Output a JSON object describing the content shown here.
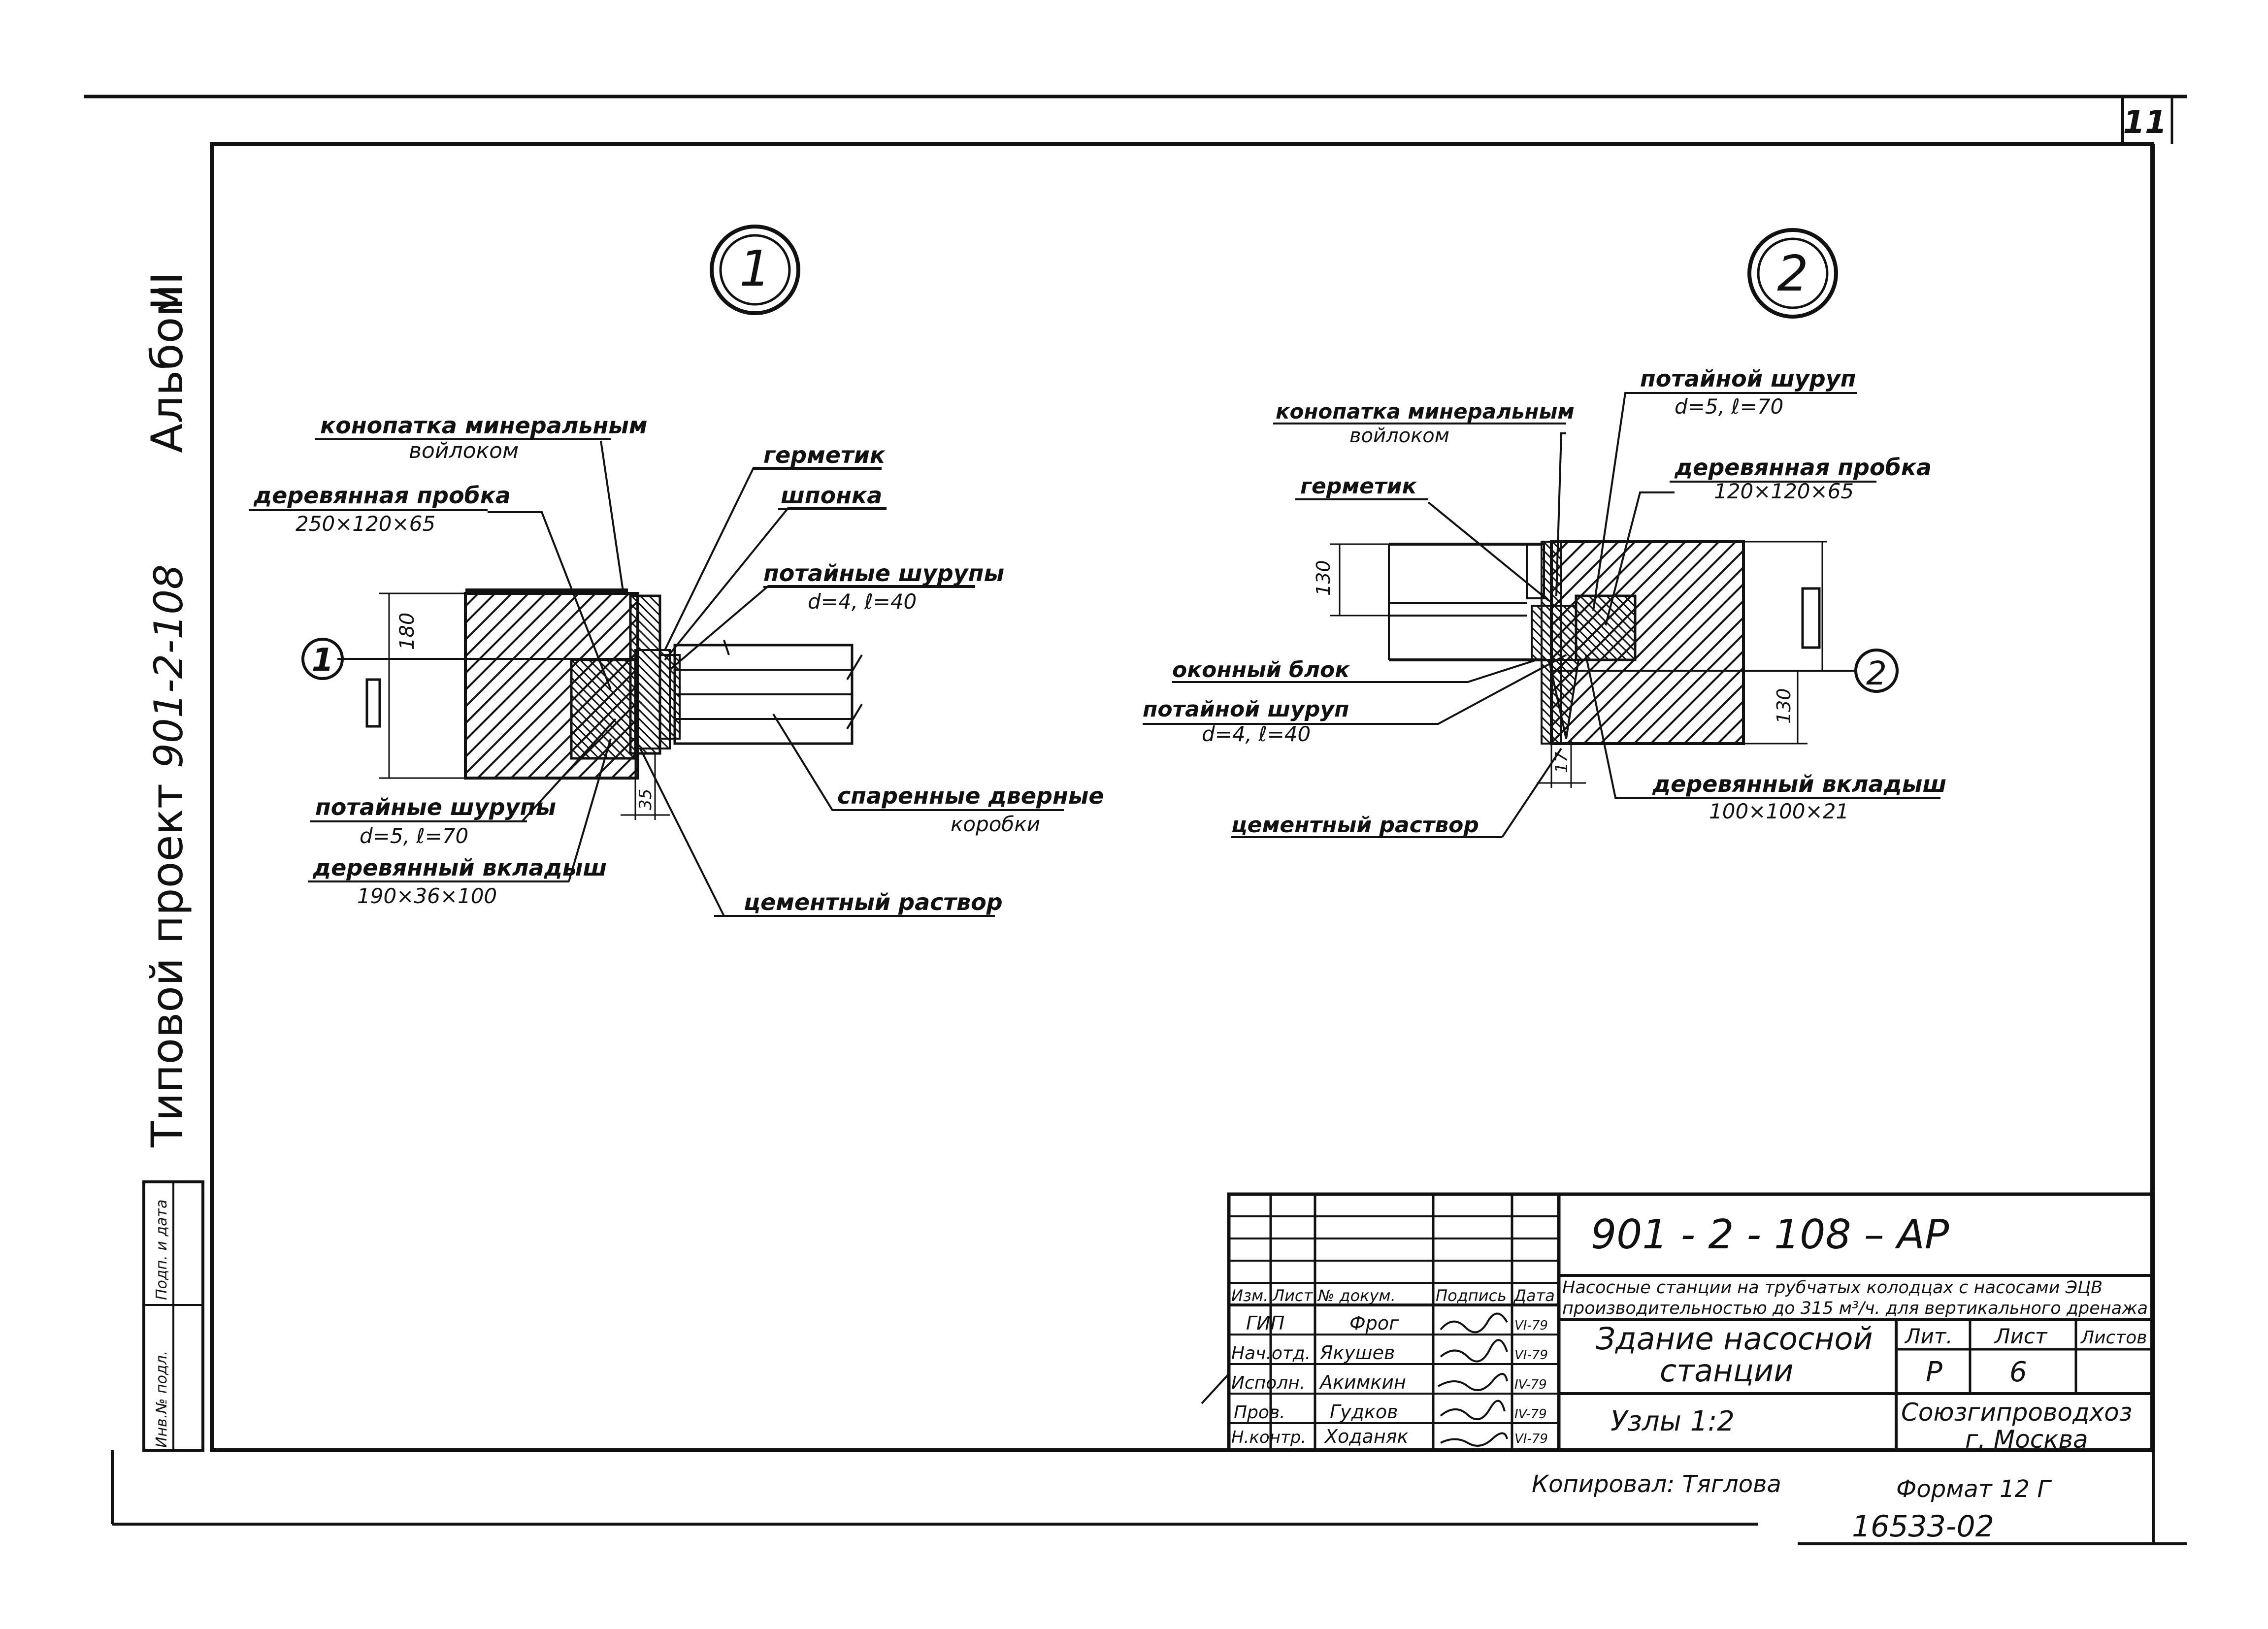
{
  "sheet": {
    "page_number": "11",
    "side_title": "Типовой проект",
    "side_project_code": "901-2-108",
    "side_album": "Альбом",
    "side_album_number": "III",
    "stamp_column_1": "Инв.№ подл.",
    "stamp_column_2": "Подп. и дата"
  },
  "node1": {
    "circle_label": "1",
    "section_mark": "1",
    "labels": {
      "caulk_line1": "конопатка минеральным",
      "caulk_line2": "войлоком",
      "wood_plug_line1": "деревянная пробка",
      "wood_plug_line2": "250×120×65",
      "sealant": "герметик",
      "key": "шпонка",
      "screws_top_line1": "потайные шурупы",
      "screws_top_line2": "d=4, ℓ=40",
      "screws_bottom_line1": "потайные шурупы",
      "screws_bottom_line2": "d=5, ℓ=70",
      "insert_line1": "деревянный вкладыш",
      "insert_line2": "190×36×100",
      "door_frames_line1": "спаренные дверные",
      "door_frames_line2": "коробки",
      "mortar": "цементный раствор"
    },
    "dimensions": {
      "height": "180",
      "gap": "35"
    }
  },
  "node2": {
    "circle_label": "2",
    "section_mark": "2",
    "labels": {
      "screw_top_line1": "потайной шуруп",
      "screw_top_line2": "d=5, ℓ=70",
      "caulk_line1": "конопатка минеральным",
      "caulk_line2": "войлоком",
      "wood_plug_line1": "деревянная пробка",
      "wood_plug_line2": "120×120×65",
      "sealant": "герметик",
      "window_block": "оконный блок",
      "screw_bottom_line1": "потайной шуруп",
      "screw_bottom_line2": "d=4, ℓ=40",
      "mortar": "цементный раствор",
      "insert_line1": "деревянный вкладыш",
      "insert_line2": "100×100×21"
    },
    "dimensions": {
      "height_top": "130",
      "height_bottom": "130",
      "gap": "17"
    }
  },
  "title_block": {
    "headers": [
      "Изм.",
      "Лист",
      "№ докум.",
      "Подпись",
      "Дата"
    ],
    "rows": [
      {
        "role": "ГИП",
        "name": "Фрог",
        "date": "VI-79"
      },
      {
        "role": "Нач.отд.",
        "name": "Якушев",
        "date": "VI-79"
      },
      {
        "role": "Исполн.",
        "name": "Акимкин",
        "date": "IV-79"
      },
      {
        "role": "Пров.",
        "name": "Гудков",
        "date": "IV-79"
      },
      {
        "role": "Н.контр.",
        "name": "Ходаняк",
        "date": "VI-79"
      }
    ],
    "document_code": "901 - 2 - 108   – АР",
    "project_desc_line1": "Насосные станции на трубчатых колодцах с насосами ЭЦВ",
    "project_desc_line2": "производительностью до 315 м³/ч. для вертикального дренажа",
    "sheet_name_line1": "Здание насосной",
    "sheet_name_line2": "станции",
    "drawing_name": "Узлы 1:2",
    "stage_header": "Лит.",
    "stage": "Р",
    "sheet_header": "Лист",
    "sheet_no": "6",
    "sheets_header": "Листов",
    "organization_line1": "Союзгипроводхоз",
    "organization_line2": "г. Москва",
    "copied_by": "Копировал: Тяглова",
    "format": "Формат 12 Г",
    "inventory": "16533-02"
  }
}
